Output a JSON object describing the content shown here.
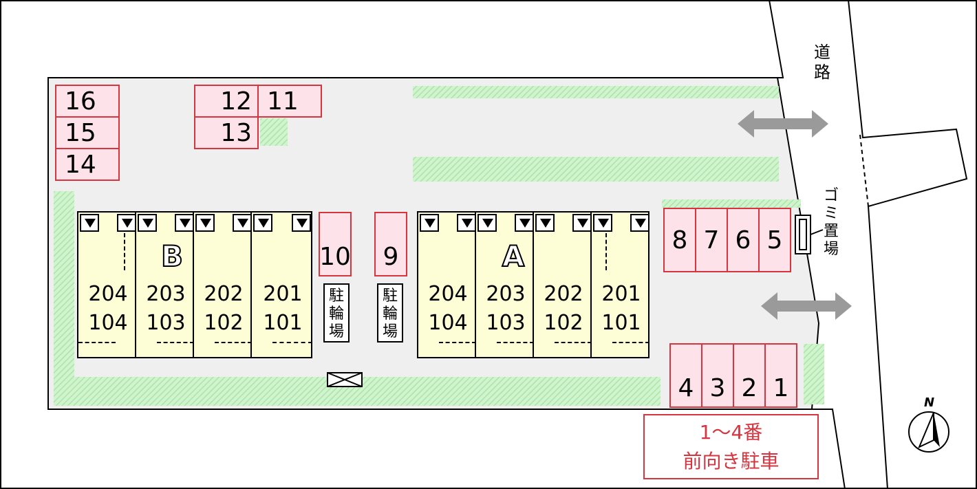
{
  "road": {
    "label": "道路"
  },
  "garbage": {
    "label": "ゴミ置場"
  },
  "parking_spaces": [
    {
      "number": "16"
    },
    {
      "number": "15"
    },
    {
      "number": "14"
    },
    {
      "number": "12"
    },
    {
      "number": "11"
    },
    {
      "number": "13"
    },
    {
      "number": "10"
    },
    {
      "number": "9"
    },
    {
      "number": "8"
    },
    {
      "number": "7"
    },
    {
      "number": "6"
    },
    {
      "number": "5"
    },
    {
      "number": "4"
    },
    {
      "number": "3"
    },
    {
      "number": "2"
    },
    {
      "number": "1"
    }
  ],
  "bike_parking": {
    "label": "駐輪場"
  },
  "buildings": [
    {
      "name": "B",
      "units": [
        {
          "upper": "204",
          "lower": "104"
        },
        {
          "upper": "203",
          "lower": "103"
        },
        {
          "upper": "202",
          "lower": "102"
        },
        {
          "upper": "201",
          "lower": "101"
        }
      ]
    },
    {
      "name": "A",
      "units": [
        {
          "upper": "204",
          "lower": "104"
        },
        {
          "upper": "203",
          "lower": "103"
        },
        {
          "upper": "202",
          "lower": "102"
        },
        {
          "upper": "201",
          "lower": "101"
        }
      ]
    }
  ],
  "notice": {
    "line1": "1～4番",
    "line2": "前向き駐車"
  },
  "compass": {
    "label": "N"
  },
  "colors": {
    "parking_fill": "#fde2ea",
    "parking_border": "#d6343f",
    "unit_fill": "#fdfdd6",
    "greenery": "#c9f0c6",
    "lot": "#efefef",
    "arrow": "#9a9a9a"
  }
}
